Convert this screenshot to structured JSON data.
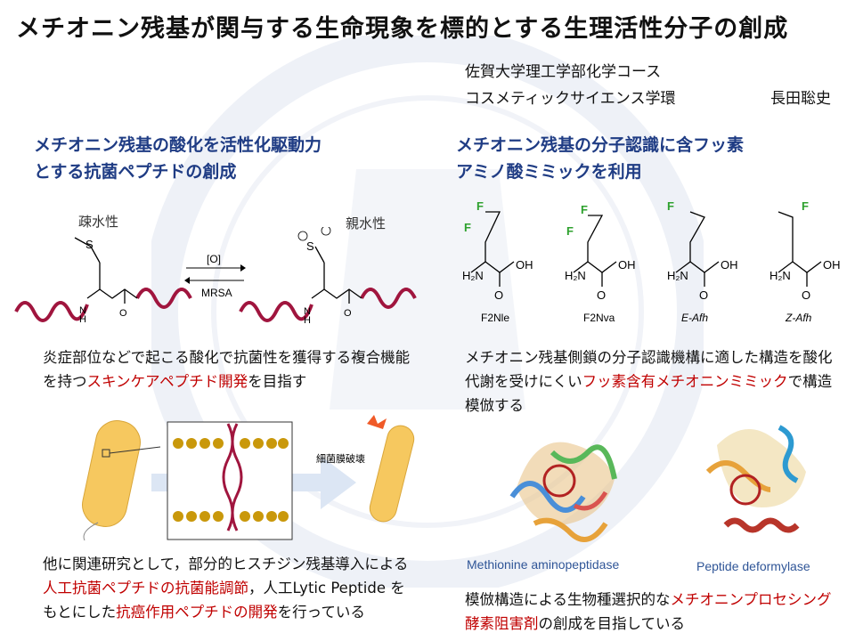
{
  "title": "メチオニン残基が関与する生命現象を標的とする生理活性分子の創成",
  "affiliation": {
    "line1": "佐賀大学理工学部化学コース",
    "line2": "コスメティックサイエンス学環",
    "author": "長田聡史"
  },
  "left": {
    "heading_line1": "メチオニン残基の酸化を活性化駆動力",
    "heading_line2": "とする抗菌ペプチドの創成",
    "scheme": {
      "hydrophobic": "疎水性",
      "hydrophilic": "親水性",
      "forward": "[O]",
      "reverse": "MRSA"
    },
    "desc1": {
      "pre": "炎症部位などで起こる酸化で抗菌性を獲得する複合機能を持つ",
      "highlight": "スキンケアペプチド開発",
      "post": "を目指す"
    },
    "membrane_label": "細菌膜破壊",
    "desc2": {
      "pre": "他に関連研究として，部分的ヒスチジン残基導入による",
      "highlight1": "人工抗菌ペプチドの抗菌能調節",
      "mid": "，人工Lytic Peptide をもとにした",
      "highlight2": "抗癌作用ペプチドの開発",
      "post": "を行っている"
    }
  },
  "right": {
    "heading_line1": "メチオニン残基の分子認識に含フッ素",
    "heading_line2": "アミノ酸ミミックを利用",
    "molecules": [
      "F2Nle",
      "F2Nva",
      "E-Afh",
      "Z-Afh"
    ],
    "desc1": {
      "pre": "メチオニン残基側鎖の分子認識機構に適した構造を酸化代謝を受けにくい",
      "highlight": "フッ素含有メチオニンミミック",
      "post": "で構造模倣する"
    },
    "protein1_label": "Methionine aminopeptidase",
    "protein2_label": "Peptide deformylase",
    "desc2": {
      "pre": "模倣構造による生物種選択的な",
      "highlight": "メチオニンプロセシング酵素阻害剤",
      "post": "の創成を目指している"
    }
  },
  "colors": {
    "heading": "#1F3C84",
    "highlight": "#C00000",
    "fluorine": "#2EA12E",
    "peptide": "#A0153E",
    "caption": "#2F5597"
  }
}
